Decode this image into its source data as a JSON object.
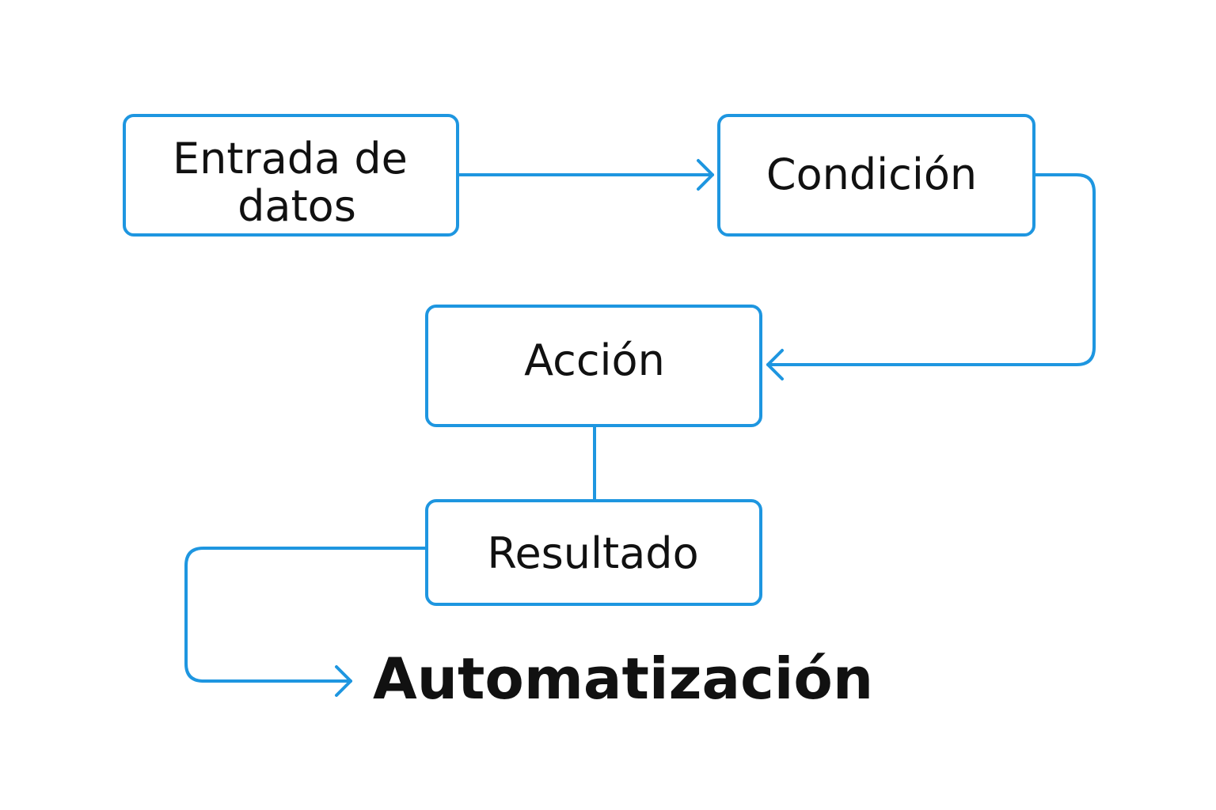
{
  "colors": {
    "accent": "#1e96e0",
    "text": "#111111",
    "background": "#ffffff"
  },
  "nodes": {
    "entrada": {
      "line1": "Entrada de",
      "line2": "datos"
    },
    "condicion": {
      "label": "Condición"
    },
    "accion": {
      "label": "Acción"
    },
    "resultado": {
      "label": "Resultado"
    }
  },
  "result": {
    "label": "Automatización"
  }
}
